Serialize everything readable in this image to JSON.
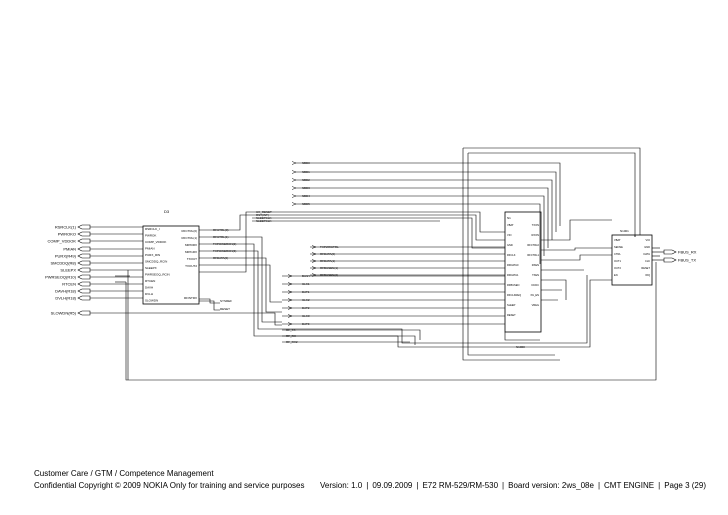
{
  "footer": {
    "line1": "Customer Care / GTM / Competence Management",
    "line2": "Confidential Copyright © 2009 NOKIA Only for training and service purposes",
    "version": "Version: 1.0",
    "date": "09.09.2009",
    "product": "E72 RM-529/RM-530",
    "board": "Board version: 2ws_08e",
    "engine": "CMT ENGINE",
    "page": "Page 3 (29)"
  },
  "schematic": {
    "left_block_title": "D3",
    "left_signals": [
      "RSRCLK(1)",
      "PWROKO",
      "COMP_VDDOK",
      "PMIAN",
      "PURX(R49)",
      "SMCDDQ(R8)",
      "SLEEPX",
      "PWRSEOQ(R10)",
      "RTCEN",
      "DAVH(R18)",
      "DVLH(R18)",
      "SLOWDN(R5)"
    ],
    "left_block_pins": [
      "RSRCLK_I",
      "PWROK",
      "COMP_VDDOK",
      "PMIAN",
      "PURX_RIN",
      "SMCDDQ_RCIN",
      "SLEEPX",
      "PWRSEOQ_RCIN",
      "RTCEN",
      "DAVH",
      "DVLH",
      "SLOWDN"
    ],
    "left_block_outputs": [
      "RFCTRL(0)",
      "RFCTRL(1)",
      "MIPI0RX",
      "MIPI1RX",
      "TXOUT",
      "TXOUT2",
      "RFINTRX"
    ],
    "mid_labels": [
      "RFCTRL(0)",
      "RFCTRL(1)",
      "TXPOWERON(2)",
      "TXPOWERON(3)",
      "RFDATA(0)"
    ],
    "top_bus": [
      "SBD0",
      "SBD1",
      "SBD2",
      "SBD3",
      "SBD4",
      "SBD5"
    ],
    "center_top_labels": [
      "UX_RESET",
      "RST(INT)",
      "SLEEPCLK",
      "SLEEPCLK"
    ],
    "center_left_labels": [
      "TXPWRCTRL",
      "RFDATA(0)",
      "RFDATA(1)",
      "RFBUSEN(1)",
      "RFBUSEN(2)"
    ],
    "center_lower_labels": [
      "BUSY",
      "CLK1",
      "DAT1",
      "CLK2",
      "DAT2",
      "CLK3",
      "DAT3"
    ],
    "bottom_labels": [
      "RF_TX",
      "RF_RX",
      "RF_RX2"
    ],
    "center_block_title": "N1",
    "center_block_pins": [
      "VBAT",
      "VIO",
      "GND",
      "RFCLK",
      "RFDATA0",
      "RFDATA1",
      "RFBUSEN",
      "RFCLKREQ",
      "SLEEP",
      "RESET",
      "TXON",
      "RXON",
      "RFCTRL0",
      "RFCTRL1",
      "RXEN",
      "TXEN",
      "DCDC",
      "PA_EN",
      "VREG"
    ],
    "center_block_footer": "N1000",
    "right_block_title": "N1001",
    "right_block_pins": [
      "VBAT",
      "SENSE",
      "CTRL",
      "OUT1",
      "OUT2",
      "EN",
      "VIO",
      "GND",
      "DATA",
      "CLK",
      "RESET",
      "IRQ"
    ],
    "right_signals": [
      "FBUS_RX",
      "FBUS_TX"
    ],
    "stub_labels": [
      "SYSREF",
      "RESET"
    ]
  }
}
